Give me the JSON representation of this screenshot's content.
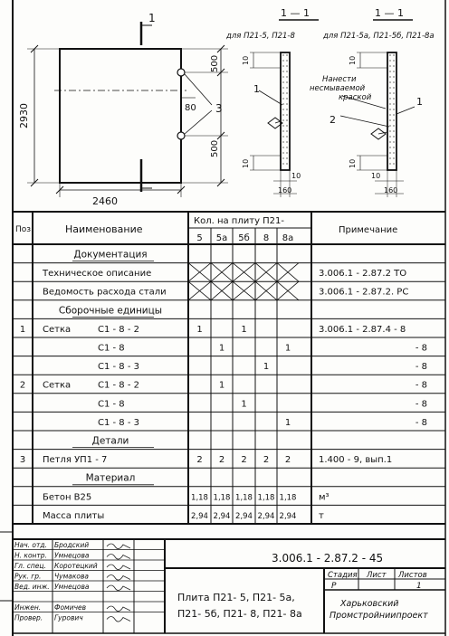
{
  "drawing": {
    "section_mark": "1",
    "section_label_a": "1 — 1",
    "section_label_b": "1 — 1",
    "section_for_a": "для П21-5, П21-8",
    "section_for_b": "для П21-5а, П21-5б, П21-8а",
    "dim_width": "2460",
    "dim_height": "2930",
    "dim_500_top": "500",
    "dim_500_bottom": "500",
    "dim_80": "80",
    "callout_3": "3",
    "callout_1a": "1",
    "callout_1b": "1",
    "callout_2": "2",
    "dim_10": [
      "10",
      "10",
      "10",
      "10",
      "10",
      "10"
    ],
    "dim_160a": "160",
    "dim_160b": "160",
    "paint_note": [
      "Нанести",
      "несмываемой",
      "краской"
    ]
  },
  "table": {
    "headers": {
      "pos": "Поз.",
      "name": "Наименование",
      "qty_title": "Кол. на плиту П21-",
      "qty_cols": [
        "5",
        "5а",
        "5б",
        "8",
        "8а"
      ],
      "note": "Примечание"
    },
    "rows": [
      {
        "kind": "section",
        "name": "Документация"
      },
      {
        "kind": "doc",
        "pos": "",
        "name": "Техническое описание",
        "qty": [
          "",
          "",
          "",
          "",
          ""
        ],
        "note": "3.006.1 - 2.87.2 ТО"
      },
      {
        "kind": "doc",
        "pos": "",
        "name": "Ведомость расхода стали",
        "qty": [
          "",
          "",
          "",
          "",
          ""
        ],
        "note": "3.006.1 - 2.87.2. РС"
      },
      {
        "kind": "section",
        "name": "Сборочные единицы"
      },
      {
        "kind": "item",
        "pos": "1",
        "name": "Сетка",
        "mark": "С1 - 8 - 2",
        "qty": [
          "1",
          "",
          "1",
          "",
          ""
        ],
        "note": "3.006.1 - 2.87.4 - 8"
      },
      {
        "kind": "item",
        "pos": "",
        "name": "",
        "mark": "С1 - 8",
        "qty": [
          "",
          "1",
          "",
          "",
          "1"
        ],
        "note": "- 8"
      },
      {
        "kind": "item",
        "pos": "",
        "name": "",
        "mark": "С1 - 8 - 3",
        "qty": [
          "",
          "",
          "",
          "1",
          ""
        ],
        "note": "- 8"
      },
      {
        "kind": "item",
        "pos": "2",
        "name": "Сетка",
        "mark": "С1 - 8 - 2",
        "qty": [
          "",
          "1",
          "",
          "",
          ""
        ],
        "note": "- 8"
      },
      {
        "kind": "item",
        "pos": "",
        "name": "",
        "mark": "С1 - 8",
        "qty": [
          "",
          "",
          "1",
          "",
          ""
        ],
        "note": "- 8"
      },
      {
        "kind": "item",
        "pos": "",
        "name": "",
        "mark": "С1 - 8 - 3",
        "qty": [
          "",
          "",
          "",
          "",
          "1"
        ],
        "note": "- 8"
      },
      {
        "kind": "section",
        "name": "Детали"
      },
      {
        "kind": "item",
        "pos": "3",
        "name": "Петля УП1 - 7",
        "mark": "",
        "qty": [
          "2",
          "2",
          "2",
          "2",
          "2"
        ],
        "note": "1.400 - 9, вып.1"
      },
      {
        "kind": "section",
        "name": "Материал"
      },
      {
        "kind": "item",
        "pos": "",
        "name": "Бетон В25",
        "mark": "",
        "qty": [
          "1,18",
          "1,18",
          "1,18",
          "1,18",
          "1,18"
        ],
        "note": "м³"
      },
      {
        "kind": "item",
        "pos": "",
        "name": "Масса плиты",
        "mark": "",
        "qty": [
          "2,94",
          "2,94",
          "2,94",
          "2,94",
          "2,94"
        ],
        "note": "т"
      }
    ]
  },
  "title_block": {
    "doc_code": "3.006.1 - 2.87.2 - 45",
    "roles": [
      {
        "role": "Нач. отд.",
        "name": "Бродский"
      },
      {
        "role": "Н. контр.",
        "name": "Умнецова"
      },
      {
        "role": "Гл. спец.",
        "name": "Коротецкий"
      },
      {
        "role": "Рук. гр.",
        "name": "Чумакова"
      },
      {
        "role": "Вед. инж.",
        "name": "Умнецова"
      },
      {
        "role": "",
        "name": ""
      },
      {
        "role": "Инжен.",
        "name": "Фомичев"
      },
      {
        "role": "Провер.",
        "name": "Гурович"
      }
    ],
    "title": [
      "Плита П21- 5, П21- 5а,",
      "П21- 5б, П21- 8, П21- 8а"
    ],
    "stage_label": "Стадия",
    "sheet_label": "Лист",
    "sheets_label": "Листов",
    "stage": "Р",
    "sheets": "1",
    "org": [
      "Харьковский",
      "Промстройниипроект"
    ]
  }
}
